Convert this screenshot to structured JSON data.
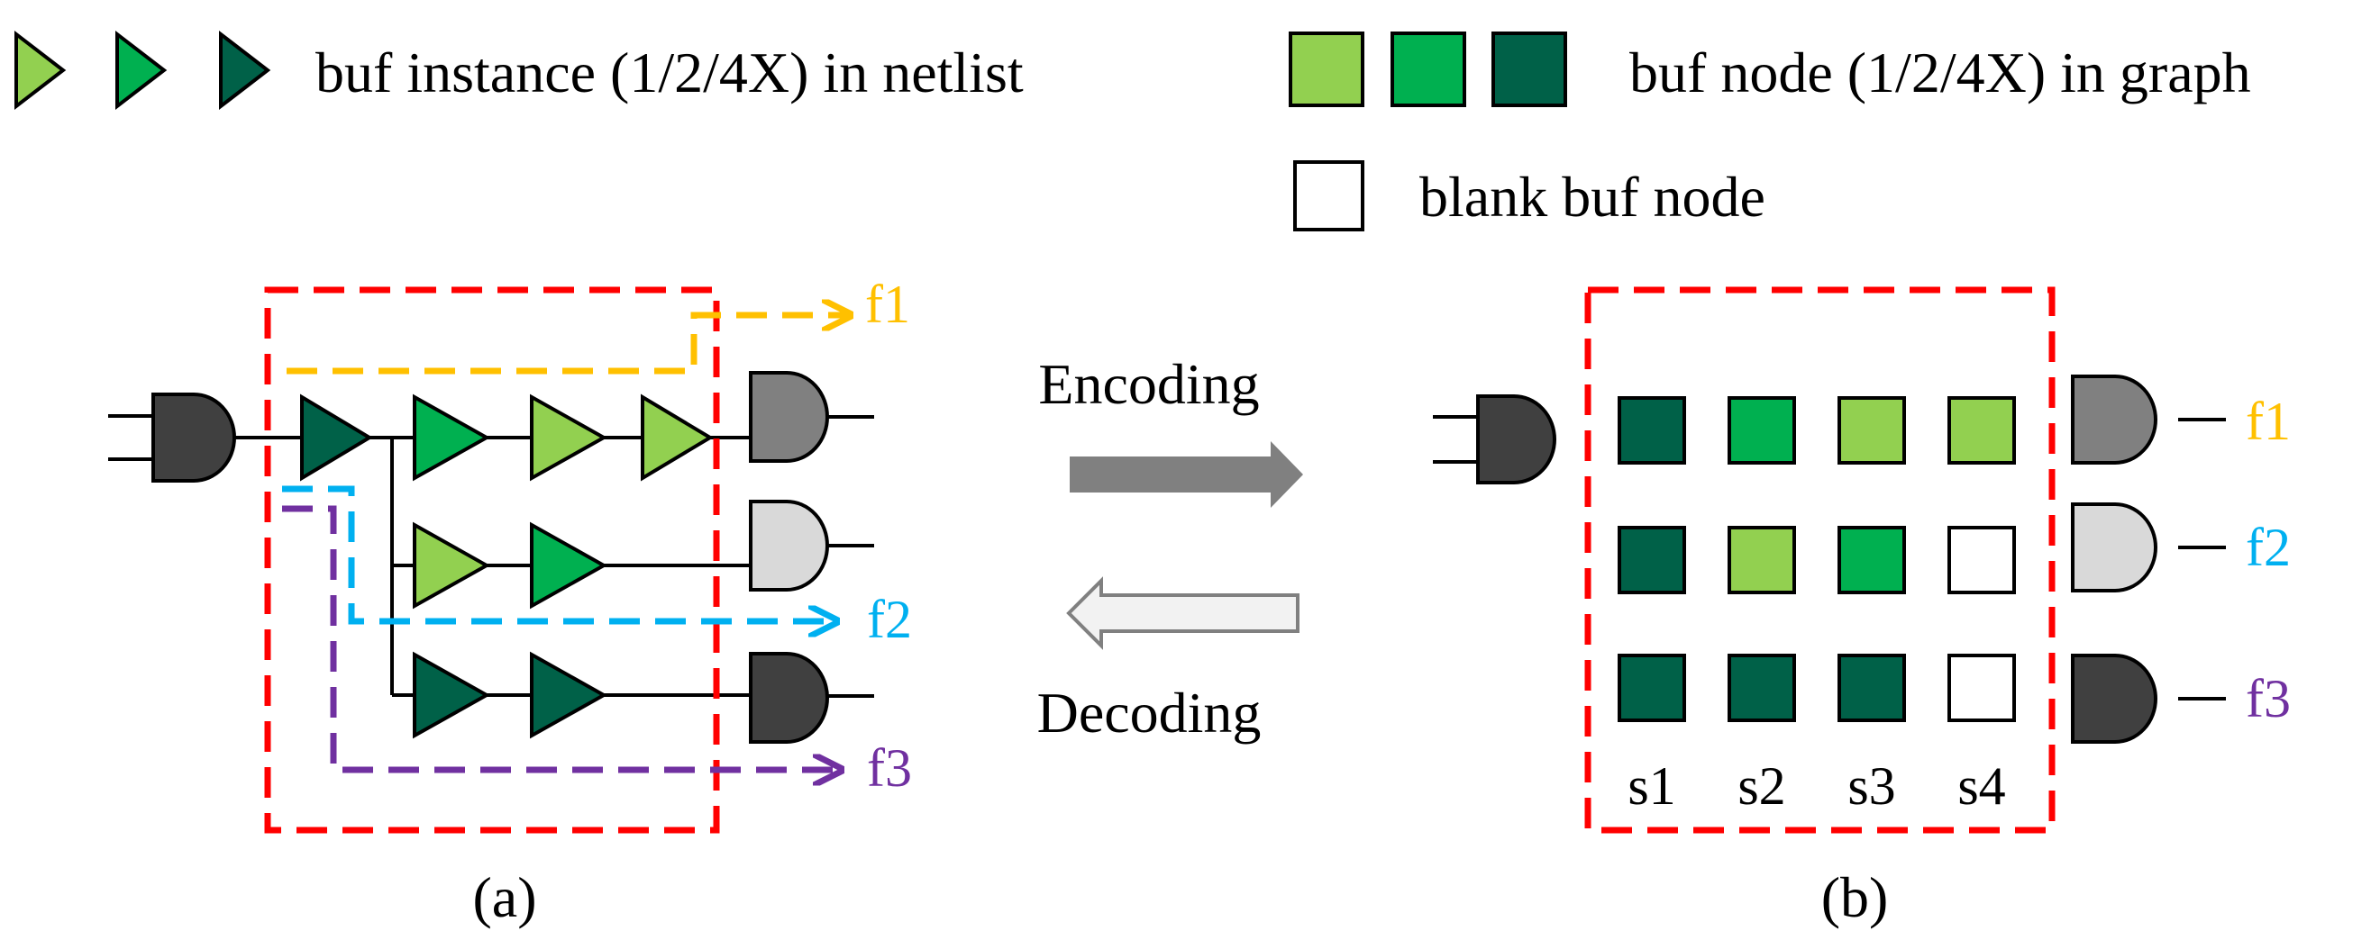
{
  "legend": {
    "instance_label": "buf instance (1/2/4X) in netlist",
    "node_label": "buf node (1/2/4X) in graph",
    "blank_label": "blank buf node"
  },
  "colors": {
    "buf_1x": "#92d050",
    "buf_2x": "#00b050",
    "buf_4x": "#006148",
    "gate_dark": "#404040",
    "gate_mid": "#808080",
    "gate_light": "#d9d9d9",
    "red_box": "#ff0000",
    "f1": "#ffc000",
    "f2": "#00b0f0",
    "f3": "#7030a0",
    "arrow_encode": "#808080",
    "arrow_decode": "#f2f2f2"
  },
  "panel_a": {
    "caption": "(a)",
    "flow_labels": [
      "f1",
      "f2",
      "f3"
    ]
  },
  "panel_b": {
    "caption": "(b)",
    "flow_labels": [
      "f1",
      "f2",
      "f3"
    ],
    "slot_labels": [
      "s1",
      "s2",
      "s3",
      "s4"
    ],
    "grid": [
      [
        "4X",
        "2X",
        "1X",
        "1X"
      ],
      [
        "4X",
        "1X",
        "2X",
        "blank"
      ],
      [
        "4X",
        "4X",
        "4X",
        "blank"
      ]
    ]
  },
  "arrows": {
    "encoding_label": "Encoding",
    "decoding_label": "Decoding"
  }
}
